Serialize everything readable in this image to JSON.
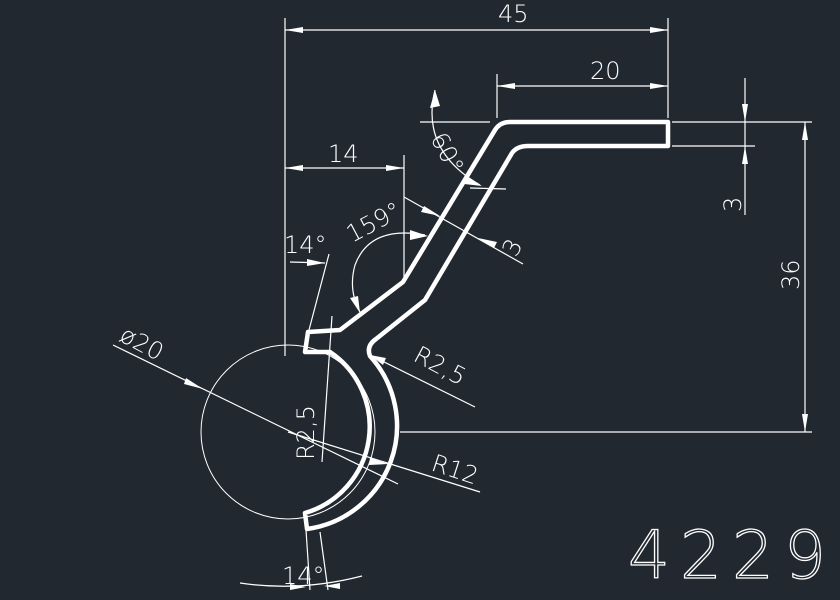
{
  "drawing": {
    "number": "4229",
    "dimensions": {
      "overall_width": "45",
      "top_length": "20",
      "offset_width": "14",
      "top_thickness": "3",
      "height": "36",
      "top_bend_angle": "60°",
      "middle_angle": "159°",
      "slant_thickness": "3",
      "upper_tilt_angle": "14°",
      "bend_radius_right": "R2,5",
      "bend_radius_left": "R2,5",
      "hook_radius": "R12",
      "circle_diameter": "ø20",
      "lower_tilt_angle": "14°"
    }
  },
  "colors": {
    "background": "#212830",
    "lines": "#ffffff"
  }
}
